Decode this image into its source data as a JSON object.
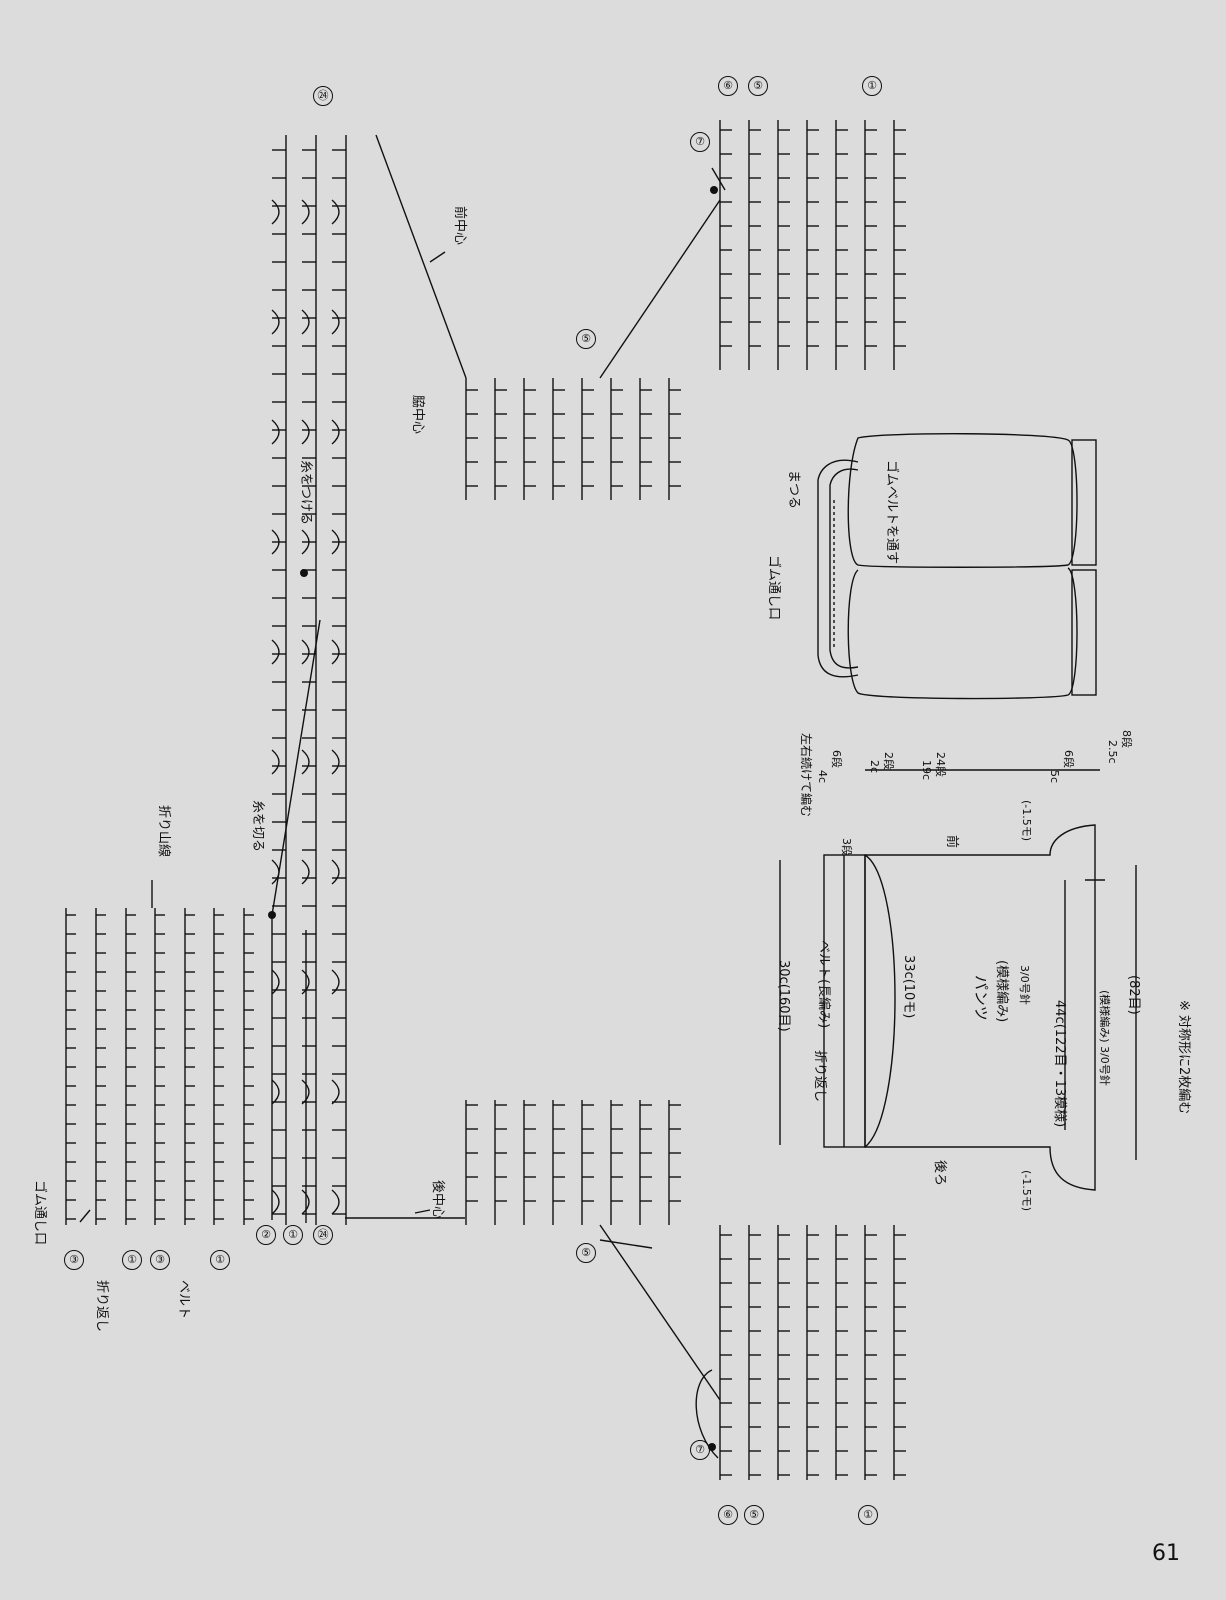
{
  "chart_labels": {
    "gomu_tooshi_guchi": "ゴム通し口",
    "oriyama_sen": "折り山線",
    "ito_wo_kiru": "糸を切る",
    "ito_wo_tsukeru": "糸をつける",
    "waki_chuushin": "脇中心",
    "mae_chuushin": "前中心",
    "ushiro_chuushin": "後中心",
    "orikaeshi": "折り返し",
    "belt": "ベルト"
  },
  "row_markers": {
    "m3": "③",
    "m1": "①",
    "m2": "②",
    "m24": "㉔",
    "m5": "⑤",
    "m6": "⑥",
    "m7": "⑦"
  },
  "assembly": {
    "gomu_tooshi_guchi": "ゴム通し口",
    "matsuru": "まつる",
    "gomu_belt_wo_toosu": "ゴムベルトを通す"
  },
  "schematic": {
    "title": "パンツ",
    "pattern": "(模様編み)",
    "needle": "3/0号針",
    "belt_pattern": "(模様編み) 3/0号針",
    "width": "44c(122目・13模様)",
    "stitches": "(82目)",
    "height": "33c(10モ)",
    "belt_total": "30c(160目)",
    "belt": "ベルト(長編み)",
    "orikaeshi": "折り返し",
    "front": "前",
    "back": "後ろ",
    "minus_front": "(-1.5モ)",
    "minus_back": "(-1.5モ)",
    "sayuu": "左右続けて編む",
    "dan3": "3段",
    "dim_4c": "4c",
    "dim_4c_rows": "6段",
    "dim_2c": "2c",
    "dim_2c_rows": "2段",
    "dim_19c": "19c",
    "dim_19c_rows": "24段",
    "dim_5c": "5c",
    "dim_5c_rows": "6段",
    "dim_25c": "2.5c",
    "dim_25c_rows": "8段",
    "note": "※ 対称形に2枚編む"
  },
  "page_number": "61"
}
